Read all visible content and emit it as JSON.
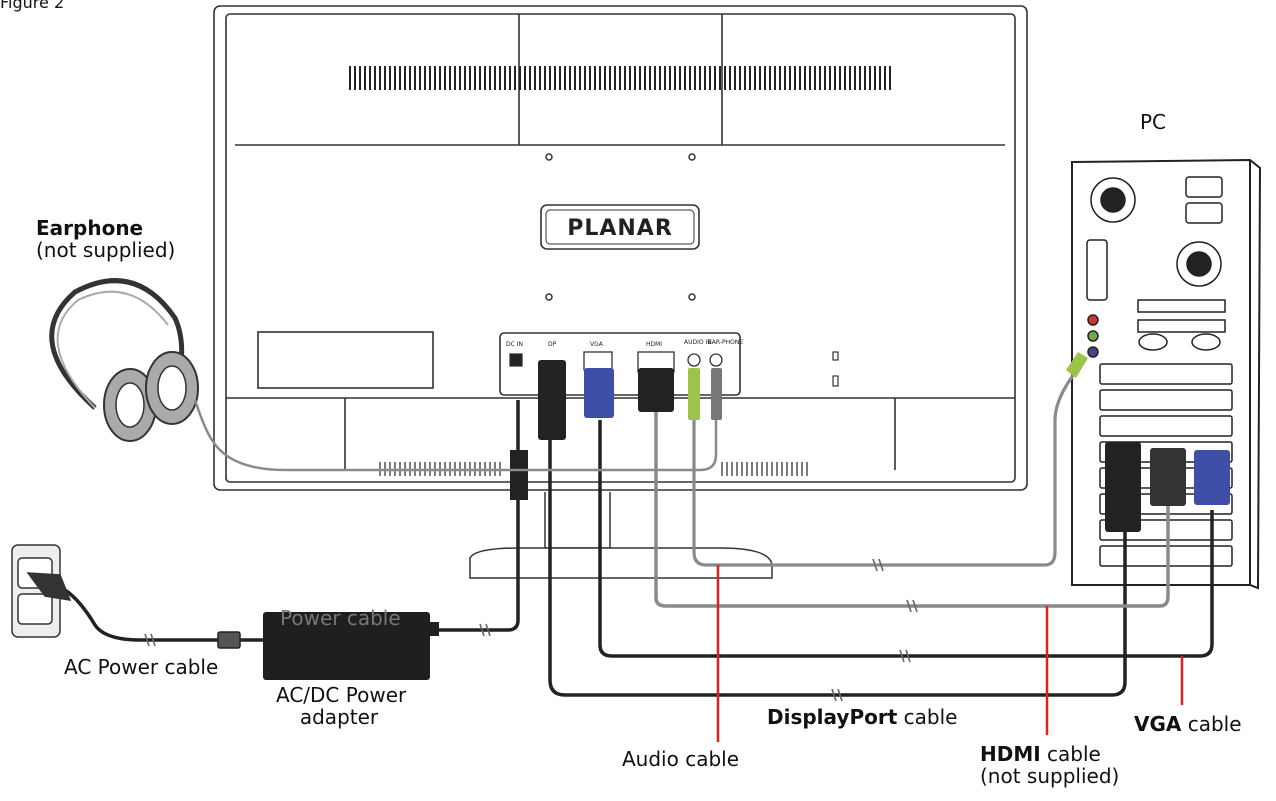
{
  "figure_label": "Figure 2",
  "monitor": {
    "brand": "PLANAR",
    "ports": {
      "dc_in": "DC IN",
      "dp": "DP",
      "vga": "VGA",
      "hdmi": "HDMI",
      "audio_in": "AUDIO IN",
      "earphone": "EAR-PHONE"
    }
  },
  "labels": {
    "pc": "PC",
    "earphone_bold": "Earphone",
    "earphone_note": "(not supplied)",
    "power_cable": "Power cable",
    "ac_power_cable": "AC Power cable",
    "adapter_line1": "AC/DC Power",
    "adapter_line2": "adapter",
    "audio_cable": "Audio cable",
    "displayport_bold": "DisplayPort",
    "displayport_rest": " cable",
    "hdmi_bold": "HDMI",
    "hdmi_rest": " cable",
    "hdmi_note": "(not supplied)",
    "vga_bold": "VGA",
    "vga_rest": " cable"
  },
  "colors": {
    "outline": "#333333",
    "cable_dark": "#222222",
    "cable_gray": "#8a8a8a",
    "audio_green": "#9cc34a",
    "vga_blue": "#3f4fa8",
    "leader_red": "#e0201b",
    "earpad": "#aaaaaa"
  }
}
